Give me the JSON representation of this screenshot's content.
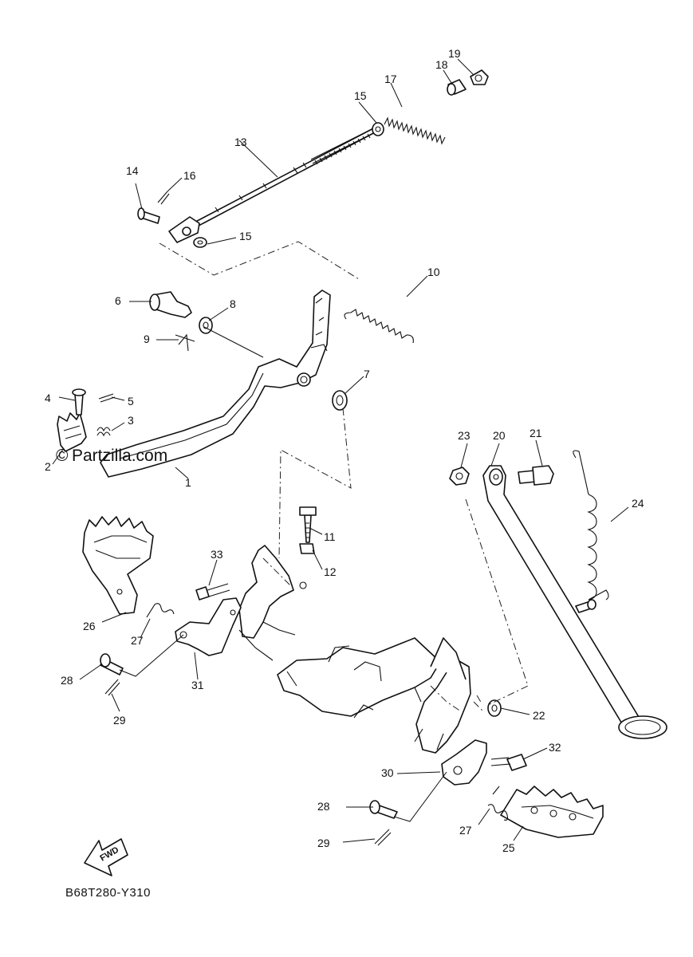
{
  "diagram_code": "B68T280-Y310",
  "watermark": "Partzilla.com",
  "watermark_symbol": "©",
  "fwd_label": "FWD",
  "callouts": {
    "c1": "1",
    "c2": "2",
    "c3": "3",
    "c4": "4",
    "c5": "5",
    "c6": "6",
    "c7": "7",
    "c8": "8",
    "c9": "9",
    "c10": "10",
    "c11": "11",
    "c12": "12",
    "c13": "13",
    "c14": "14",
    "c15a": "15",
    "c15b": "15",
    "c16": "16",
    "c17": "17",
    "c18": "18",
    "c19": "19",
    "c20": "20",
    "c21": "21",
    "c22": "22",
    "c23": "23",
    "c24": "24",
    "c25": "25",
    "c26": "26",
    "c27a": "27",
    "c27b": "27",
    "c28a": "28",
    "c28b": "28",
    "c29a": "29",
    "c29b": "29",
    "c30": "30",
    "c31": "31",
    "c32": "32",
    "c33": "33"
  }
}
